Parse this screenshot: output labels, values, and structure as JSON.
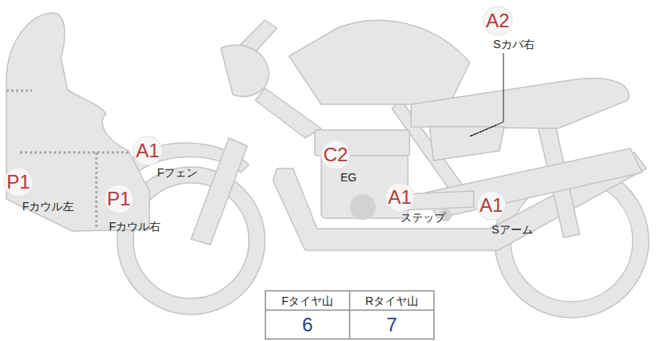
{
  "diagram": {
    "labels": [
      "A2",
      "Sカバ右",
      "A1",
      "Fフェン",
      "C2",
      "EG",
      "P1",
      "Fカウル左",
      "P1",
      "Fカウル右",
      "A1",
      "ステップ",
      "A1",
      "Sアーム",
      "Fタイヤ山",
      "Rタイヤ山",
      "6",
      "7"
    ]
  }
}
